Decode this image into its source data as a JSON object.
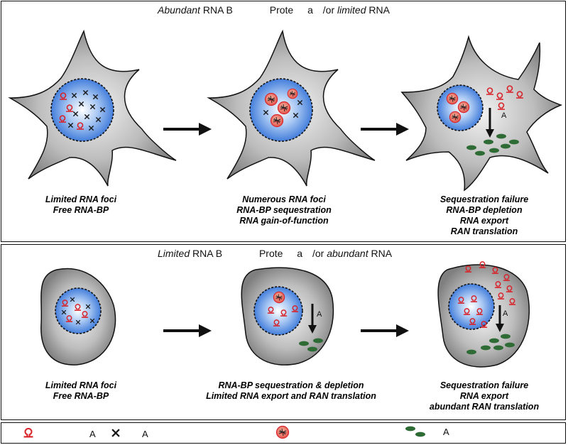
{
  "top_panel": {
    "header": {
      "part1": "Abundant",
      "part2": " RNA B",
      "part3": "Prote",
      "part4": "a",
      "part5": "/or ",
      "part6": "limited",
      "part7": " RNA"
    },
    "captions": [
      [
        "Limited RNA foci",
        "Free RNA-BP"
      ],
      [
        "Numerous RNA foci",
        "RNA-BP sequestration",
        "RNA gain-of-function"
      ],
      [
        "Sequestration failure",
        "RNA-BP depletion",
        "RNA export",
        "RAN translation"
      ]
    ],
    "arrow_labels": [
      "A"
    ]
  },
  "bottom_panel": {
    "header": {
      "part1": "Limited",
      "part2": " RNA B",
      "part3": "Prote",
      "part4": "a",
      "part5": "/or ",
      "part6": "abundant",
      "part7": " RNA"
    },
    "captions": [
      [
        "Limited RNA foci",
        "Free RNA-BP"
      ],
      [
        "RNA-BP sequestration & depletion",
        "Limited RNA export and RAN translation"
      ],
      [
        "Sequestration failure",
        "RNA export",
        "abundant RAN translation"
      ]
    ],
    "arrow_labels": [
      "A",
      "A"
    ]
  },
  "legend": {
    "labels": [
      "A",
      "A",
      "A"
    ]
  },
  "colors": {
    "rna": "#d8232a",
    "protein": "#1a1a1a",
    "ran_product": "#2e6b35",
    "nucleus": "#2f6fd6",
    "cell": "#9a9a9a"
  }
}
